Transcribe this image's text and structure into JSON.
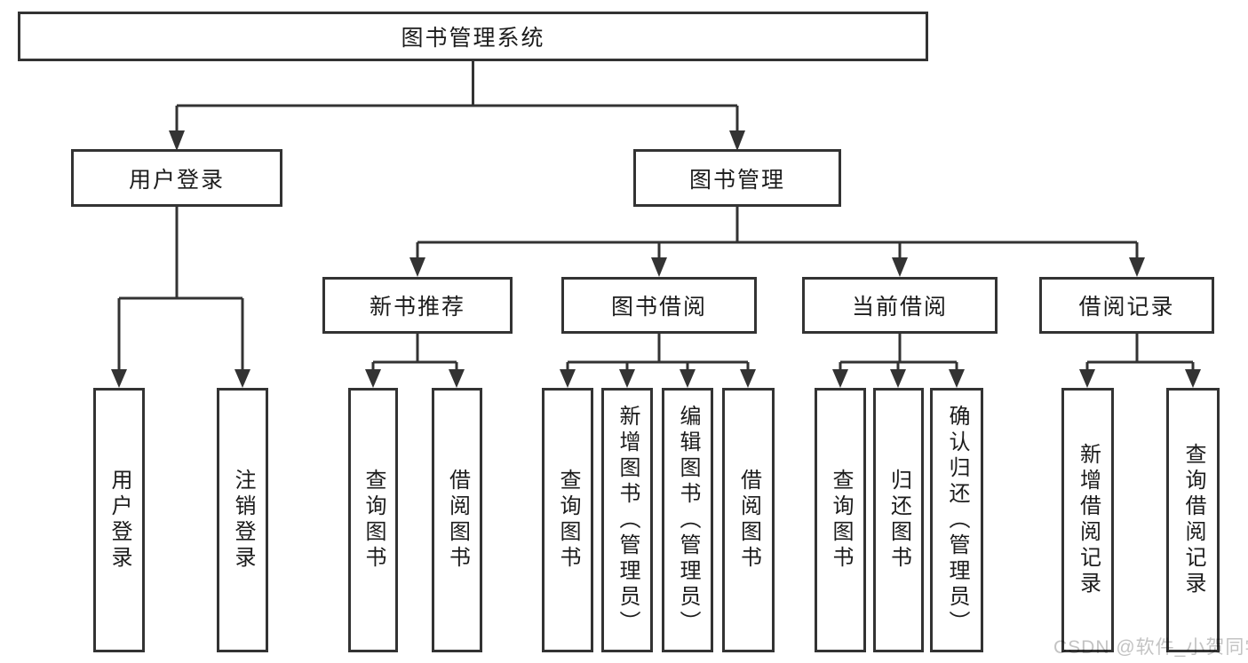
{
  "diagram": {
    "root": {
      "label": "图书管理系统",
      "children": [
        {
          "label": "用户登录",
          "children": [
            {
              "label": "用户登录"
            },
            {
              "label": "注销登录"
            }
          ]
        },
        {
          "label": "图书管理",
          "children": [
            {
              "label": "新书推荐",
              "children": [
                {
                  "label": "查询图书"
                },
                {
                  "label": "借阅图书"
                }
              ]
            },
            {
              "label": "图书借阅",
              "children": [
                {
                  "label": "查询图书"
                },
                {
                  "label": "新增图书（管理员）"
                },
                {
                  "label": "编辑图书（管理员）"
                },
                {
                  "label": "借阅图书"
                }
              ]
            },
            {
              "label": "当前借阅",
              "children": [
                {
                  "label": "查询图书"
                },
                {
                  "label": "归还图书"
                },
                {
                  "label": "确认归还（管理员）"
                }
              ]
            },
            {
              "label": "借阅记录",
              "children": [
                {
                  "label": "新增借阅记录"
                },
                {
                  "label": "查询借阅记录"
                }
              ]
            }
          ]
        }
      ]
    }
  },
  "watermark": {
    "text": "CSDN @软件_小贺同学"
  },
  "colors": {
    "line": "#333333",
    "box_border": "#333333",
    "box_fill": "#ffffff",
    "text": "#1c1c1c",
    "watermark": "#c3c3c3"
  }
}
